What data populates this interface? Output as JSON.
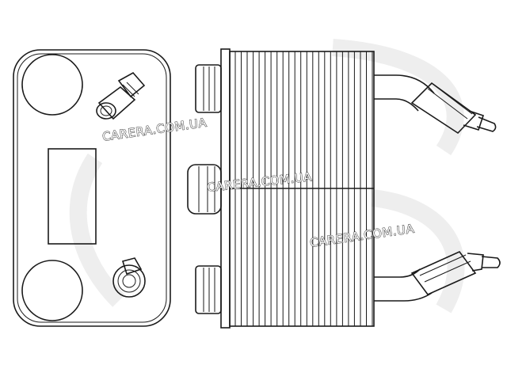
{
  "watermarks": [
    {
      "text": "CARERA.COM.UA"
    },
    {
      "text": "CARERA.COM.UA"
    },
    {
      "text": "CARERA.COM.UA"
    }
  ],
  "colors": {
    "line": "#1a1a1a",
    "background": "#ffffff",
    "ghost_logo": "#eeeeee"
  }
}
